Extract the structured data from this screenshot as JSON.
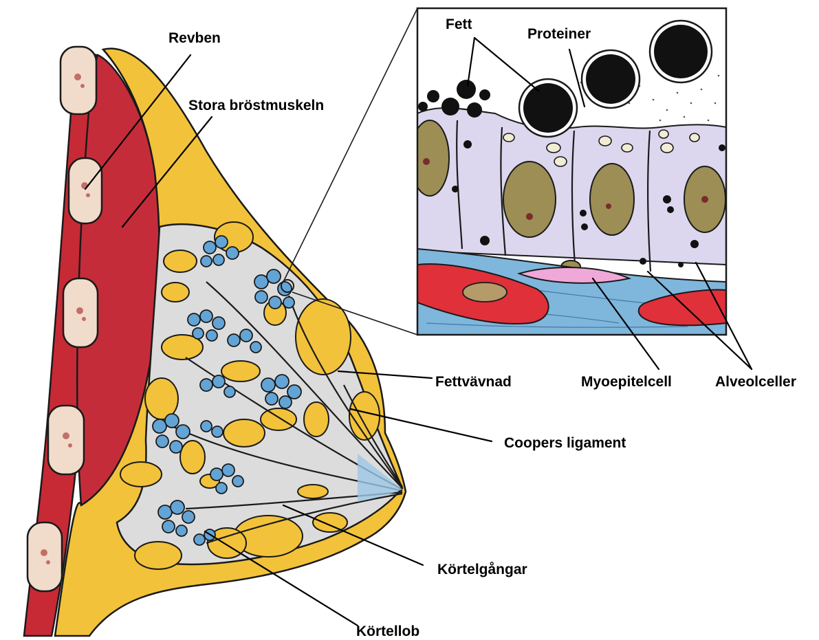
{
  "labels": {
    "revben": "Revben",
    "stora_brostmuskeln": "Stora bröstmuskeln",
    "fett": "Fett",
    "proteiner": "Proteiner",
    "fettvavnad": "Fettvävnad",
    "myoepitelcell": "Myoepitelcell",
    "alveolceller": "Alveolceller",
    "coopers_ligament": "Coopers ligament",
    "kortelgangar": "Körtelgångar",
    "kortellob": "Körtellob"
  },
  "colors": {
    "rib_bone": "#f1dccb",
    "intercostal_muscle": "#c72a35",
    "pectoral_muscle": "#c52c3a",
    "fat": "#f2c23a",
    "gland_stroma": "#dcdcdc",
    "lobule": "#63a4d6",
    "cell_cytoplasm": "#dcd7ee",
    "nucleus": "#9c8e55",
    "connective": "#7fb6dc",
    "capillary": "#e0303a",
    "myoepithelial": "#f0a8d8"
  }
}
